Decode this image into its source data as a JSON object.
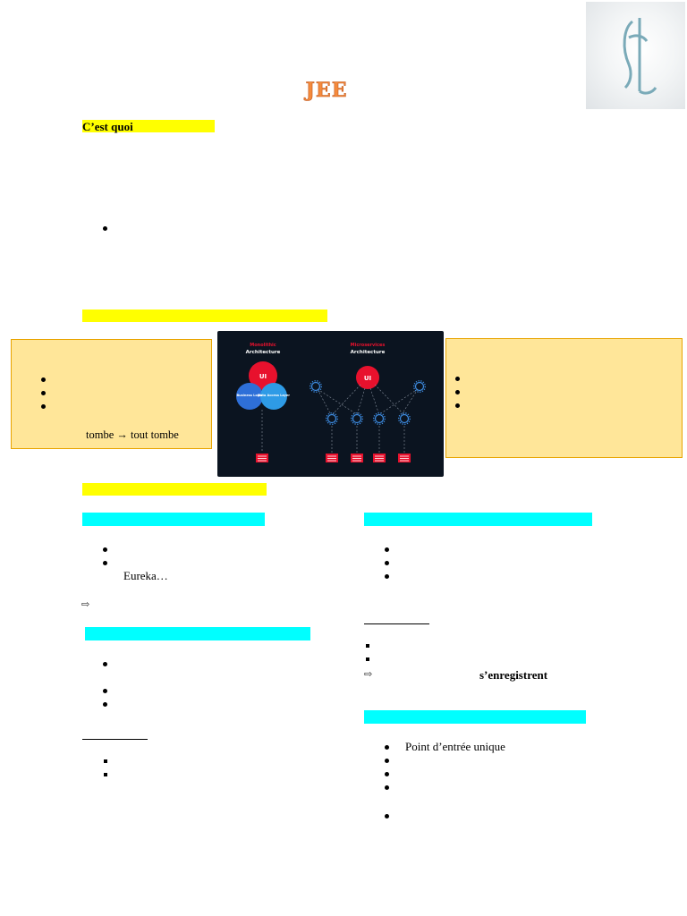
{
  "title": "JEE",
  "section1": {
    "heading": "C’est quoi"
  },
  "box_left": {
    "footer_text": "tombe → tout tombe"
  },
  "diagram": {
    "monolithic_label_1": "Monolithic",
    "monolithic_label_2": "Architecture",
    "micro_label_1": "Microservices",
    "micro_label_2": "Architecture",
    "ui_label": "UI",
    "business_logic_label": "Business Logic",
    "data_access_label": "Data Access Layer"
  },
  "left_column": {
    "list1_continuation": "Eureka…"
  },
  "right_column": {
    "enregistrent_text": "s’enregistrent",
    "list4_item1": "Point d’entrée unique"
  },
  "colors": {
    "title": "#f58a3c",
    "highlight_yellow": "#ffff00",
    "highlight_cyan": "#00ffff",
    "box_fill": "#ffe699",
    "box_border": "#e8a400",
    "diagram_bg": "#0b1420",
    "diagram_red": "#e8112d",
    "diagram_blue": "#2e86de"
  }
}
